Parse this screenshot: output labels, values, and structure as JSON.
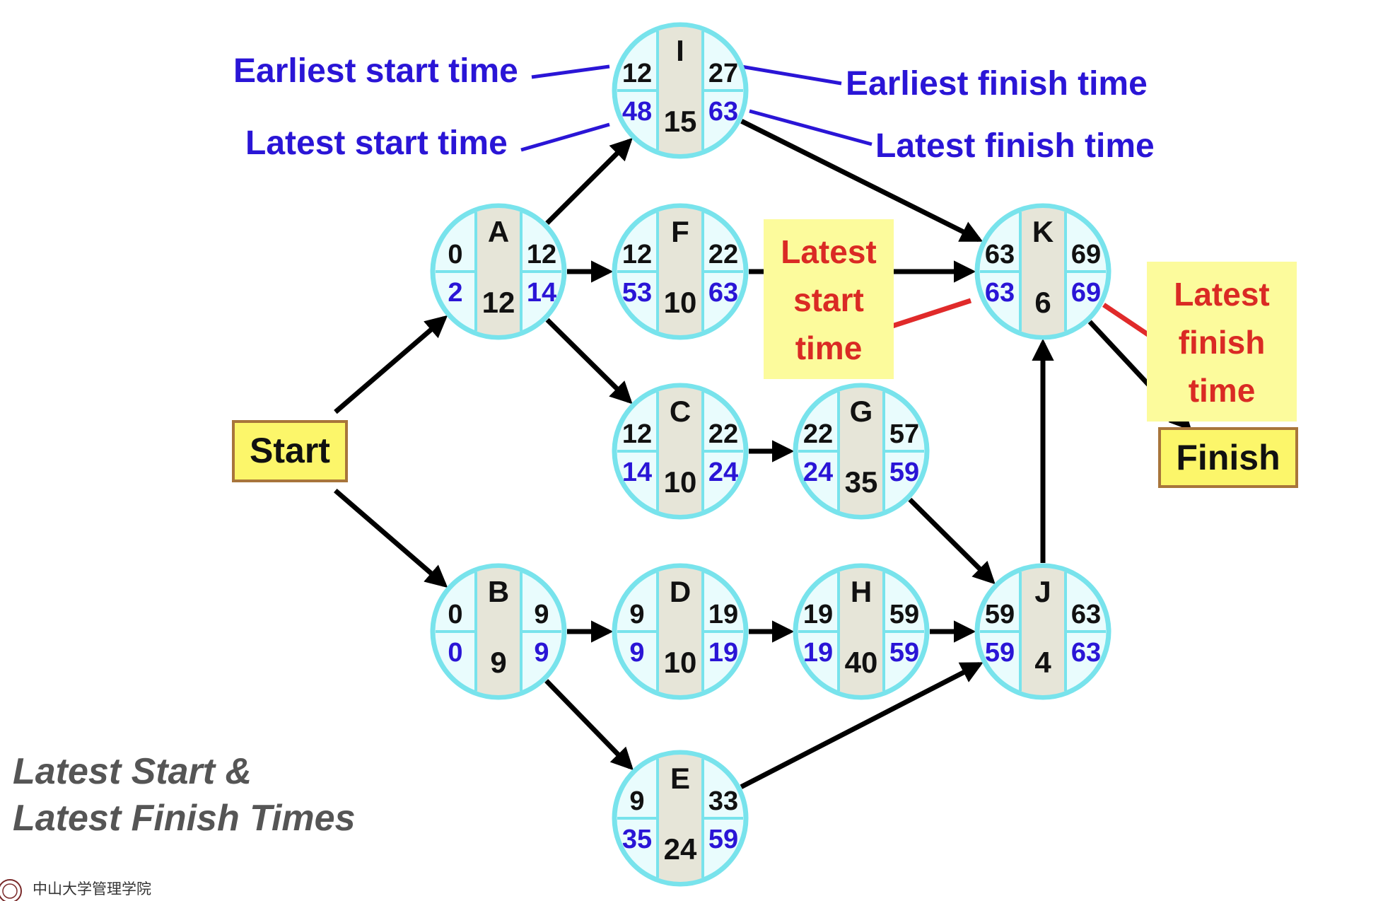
{
  "nodes": [
    {
      "id": "I",
      "es": "12",
      "ef": "27",
      "ls": "48",
      "lf": "63",
      "dur": "15"
    },
    {
      "id": "A",
      "es": "0",
      "ef": "12",
      "ls": "2",
      "lf": "14",
      "dur": "12"
    },
    {
      "id": "F",
      "es": "12",
      "ef": "22",
      "ls": "53",
      "lf": "63",
      "dur": "10"
    },
    {
      "id": "K",
      "es": "63",
      "ef": "69",
      "ls": "63",
      "lf": "69",
      "dur": "6"
    },
    {
      "id": "C",
      "es": "12",
      "ef": "22",
      "ls": "14",
      "lf": "24",
      "dur": "10"
    },
    {
      "id": "G",
      "es": "22",
      "ef": "57",
      "ls": "24",
      "lf": "59",
      "dur": "35"
    },
    {
      "id": "B",
      "es": "0",
      "ef": "9",
      "ls": "0",
      "lf": "9",
      "dur": "9"
    },
    {
      "id": "D",
      "es": "9",
      "ef": "19",
      "ls": "9",
      "lf": "19",
      "dur": "10"
    },
    {
      "id": "H",
      "es": "19",
      "ef": "59",
      "ls": "19",
      "lf": "59",
      "dur": "40"
    },
    {
      "id": "J",
      "es": "59",
      "ef": "63",
      "ls": "59",
      "lf": "63",
      "dur": "4"
    },
    {
      "id": "E",
      "es": "9",
      "ef": "33",
      "ls": "35",
      "lf": "59",
      "dur": "24"
    }
  ],
  "terminals": {
    "start": "Start",
    "finish": "Finish"
  },
  "callouts": {
    "earliest_start": "Earliest start time",
    "latest_start": "Latest start time",
    "earliest_finish": "Earliest finish time",
    "latest_finish": "Latest finish time"
  },
  "notes": {
    "latest_start": [
      "Latest",
      "start",
      "time"
    ],
    "latest_finish": [
      "Latest",
      "finish",
      "time"
    ]
  },
  "title": {
    "line1": "Latest Start &",
    "line2": "Latest Finish Times"
  },
  "logo": {
    "text": "中山大学管理学院"
  },
  "colors": {
    "black_values": "#111111",
    "blue_values": "#2a15d6",
    "red_labels": "#da2a24",
    "node_ring": "#78e3ec"
  }
}
